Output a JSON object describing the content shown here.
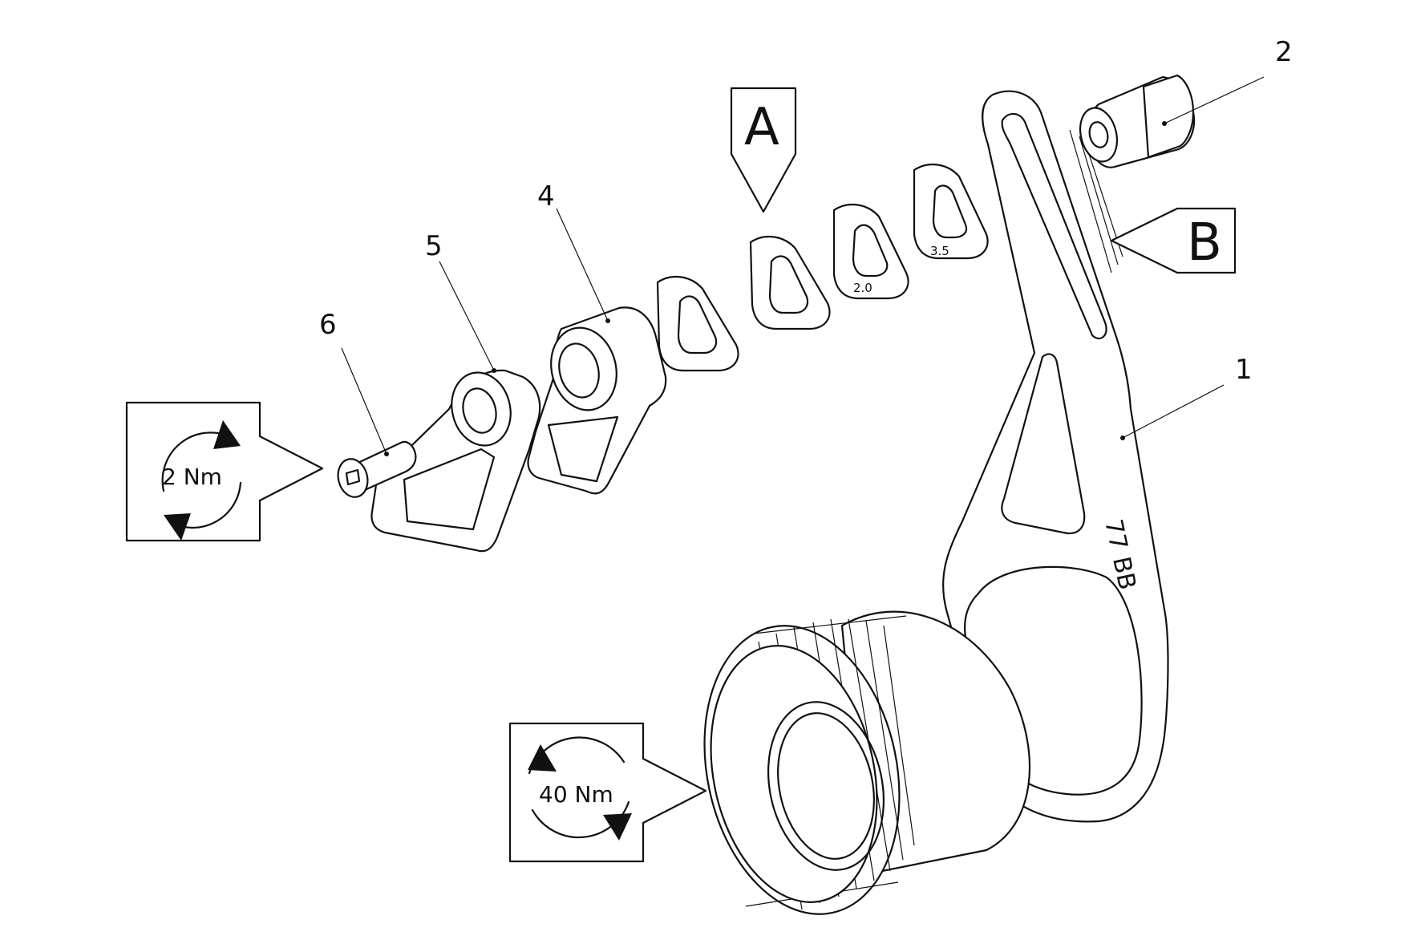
{
  "labels": {
    "part_1": "1",
    "part_2": "2",
    "part_4": "4",
    "part_5": "5",
    "part_6": "6"
  },
  "views": {
    "a": "A",
    "b": "B"
  },
  "torque": {
    "small": "2 Nm",
    "large": "40 Nm"
  },
  "shims": {
    "s20": "2.0",
    "s35": "3.5"
  },
  "stamp": "77 BB"
}
